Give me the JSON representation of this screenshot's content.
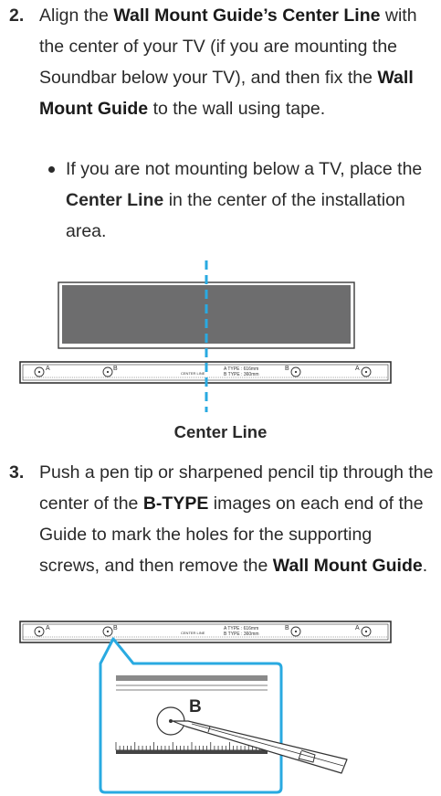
{
  "step2": {
    "number": "2.",
    "t1": "Align the ",
    "b1": "Wall Mount Guide’s Center Line",
    "t2": " with the center of your TV (if you are mounting the Soundbar below your TV), and then fix the ",
    "b2": "Wall Mount Guide",
    "t3": " to the wall using tape."
  },
  "bullet": {
    "t1": "If you are not mounting below a TV, place the ",
    "b1": "Center Line",
    "t2": " in the center of the installation area."
  },
  "figure1": {
    "caption": "Center Line"
  },
  "guide": {
    "hole_a": "A",
    "hole_b": "B",
    "center_label": "CENTER LINE",
    "a_type": "A TYPE : 616mm",
    "b_type": "B TYPE : 360mm"
  },
  "step3": {
    "number": "3.",
    "t1": "Push a pen tip or sharpened pencil tip through the center of the ",
    "b1": "B-TYPE",
    "t2": " images on each end of the Guide to mark the holes for the supporting screws, and then remove the ",
    "b2": "Wall Mount Guide",
    "t3": "."
  },
  "zoom": {
    "label": "B"
  },
  "colors": {
    "tv_screen": "#6d6d6e",
    "accent": "#29aae1",
    "text": "#2a2a2a"
  }
}
